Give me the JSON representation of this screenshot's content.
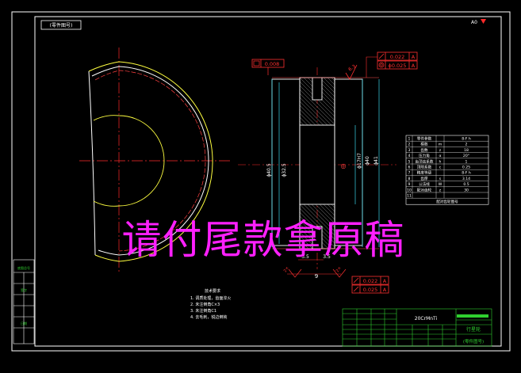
{
  "sheet": {
    "top_left_tag": "(零件图号)",
    "top_right_mark": "A0",
    "watermark": "请付尾款拿原稿"
  },
  "colors": {
    "background": "#000000",
    "frame": "#ffffff",
    "dimension": "#ff3030",
    "center_line": "#ff2a2a",
    "outline": "#ffffff",
    "hatch": "#8a8a8a",
    "section_red": "#ff5050",
    "cyan": "#3ad6e8",
    "green": "#2fd02f",
    "yellow": "#ffff40",
    "magenta": "#ff20ff"
  },
  "annotations": {
    "flatness_value": "0.008",
    "runout_1": "0.022",
    "runout_datum_1": "A",
    "runout_2": "ϕ0.025",
    "runout_datum_2": "A",
    "roughness_top": "6.3",
    "runout_3": "0.022",
    "runout_datum_3": "A",
    "runout_4": "0.025",
    "runout_datum_4": "A"
  },
  "dimensions": {
    "d_outer": "ϕ40.5",
    "d_pitch": "ϕ32.5",
    "d_bore": "ϕ17H7",
    "d_hub_1": "ϕ40",
    "d_hub_2": "ϕ41",
    "width_left": "3.5",
    "width_right": "3.5",
    "width_total": "9",
    "chamfer_left": "2×",
    "chamfer_right": "2×",
    "bore_symbol": "◎"
  },
  "param_table": {
    "rows": [
      [
        "1",
        "零件参数",
        "",
        "8-F h"
      ],
      [
        "2",
        "模数",
        "m",
        "2"
      ],
      [
        "3",
        "齿数",
        "z",
        "18"
      ],
      [
        "4",
        "压力角",
        "α",
        "20°"
      ],
      [
        "5",
        "齿顶高系数",
        "h",
        "1"
      ],
      [
        "6",
        "顶隙系数",
        "c",
        "0.25"
      ],
      [
        "7",
        "精度等级",
        "",
        "8-F h"
      ],
      [
        "8",
        "齿厚",
        "s",
        "3.14"
      ],
      [
        "9",
        "公法线",
        "W",
        "0.5"
      ],
      [
        "10",
        "配对齿轮",
        "z",
        "30"
      ],
      [
        "11",
        "",
        "",
        ""
      ]
    ],
    "footer": "配对齿轮图号"
  },
  "tech_notes": {
    "title": "技术要求",
    "lines": [
      "1. 调质处理，齿面淬火",
      "2. 未注倒角C×3",
      "3. 未注倒角C1",
      "4. 去毛刺，锐边倒钝"
    ]
  },
  "title_block": {
    "material": "20CrMnTi",
    "part_name": "行星轮",
    "drawing_no": "(零件图号)"
  },
  "left_strip": {
    "labels": [
      "底图总号",
      "签字",
      "日期"
    ]
  }
}
